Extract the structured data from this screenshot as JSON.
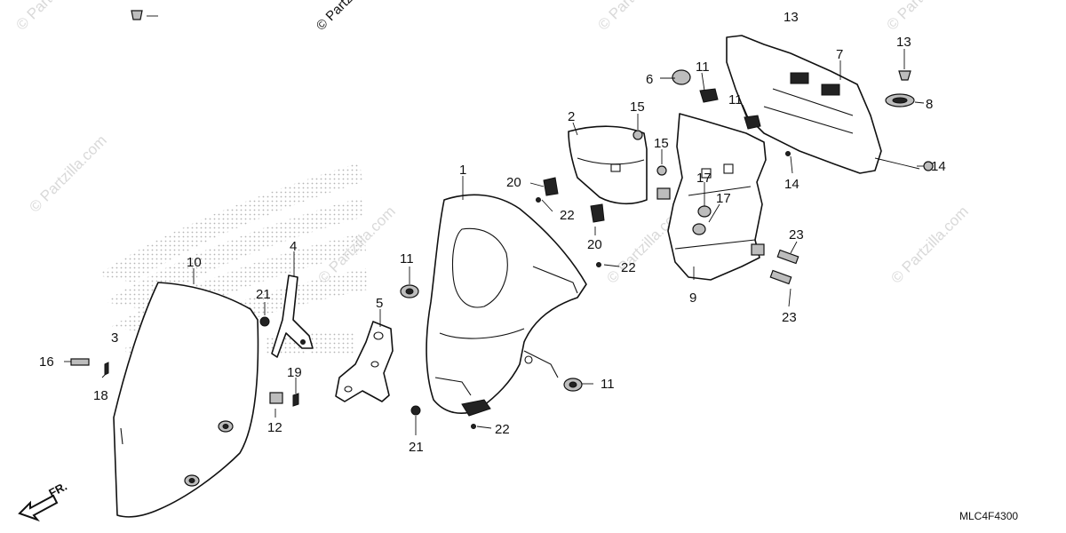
{
  "watermark": {
    "text": "© Partzilla.com"
  },
  "diagram_code": "MLC4F4300",
  "front_indicator": "FR.",
  "callouts": [
    {
      "id": "c1",
      "label": "1"
    },
    {
      "id": "c2",
      "label": "2"
    },
    {
      "id": "c3",
      "label": "3"
    },
    {
      "id": "c4",
      "label": "4"
    },
    {
      "id": "c5",
      "label": "5"
    },
    {
      "id": "c6",
      "label": "6"
    },
    {
      "id": "c7",
      "label": "7"
    },
    {
      "id": "c8",
      "label": "8"
    },
    {
      "id": "c9",
      "label": "9"
    },
    {
      "id": "c10",
      "label": "10"
    },
    {
      "id": "c11a",
      "label": "11"
    },
    {
      "id": "c11b",
      "label": "11"
    },
    {
      "id": "c11c",
      "label": "11"
    },
    {
      "id": "c11d",
      "label": "11"
    },
    {
      "id": "c12",
      "label": "12"
    },
    {
      "id": "c13a",
      "label": "13"
    },
    {
      "id": "c13b",
      "label": "13"
    },
    {
      "id": "c14a",
      "label": "14"
    },
    {
      "id": "c14b",
      "label": "14"
    },
    {
      "id": "c15a",
      "label": "15"
    },
    {
      "id": "c15b",
      "label": "15"
    },
    {
      "id": "c16",
      "label": "16"
    },
    {
      "id": "c17a",
      "label": "17"
    },
    {
      "id": "c17b",
      "label": "17"
    },
    {
      "id": "c18",
      "label": "18"
    },
    {
      "id": "c19",
      "label": "19"
    },
    {
      "id": "c20a",
      "label": "20"
    },
    {
      "id": "c20b",
      "label": "20"
    },
    {
      "id": "c21a",
      "label": "21"
    },
    {
      "id": "c21b",
      "label": "21"
    },
    {
      "id": "c22a",
      "label": "22"
    },
    {
      "id": "c22b",
      "label": "22"
    },
    {
      "id": "c22c",
      "label": "22"
    },
    {
      "id": "c23a",
      "label": "23"
    },
    {
      "id": "c23b",
      "label": "23"
    }
  ]
}
